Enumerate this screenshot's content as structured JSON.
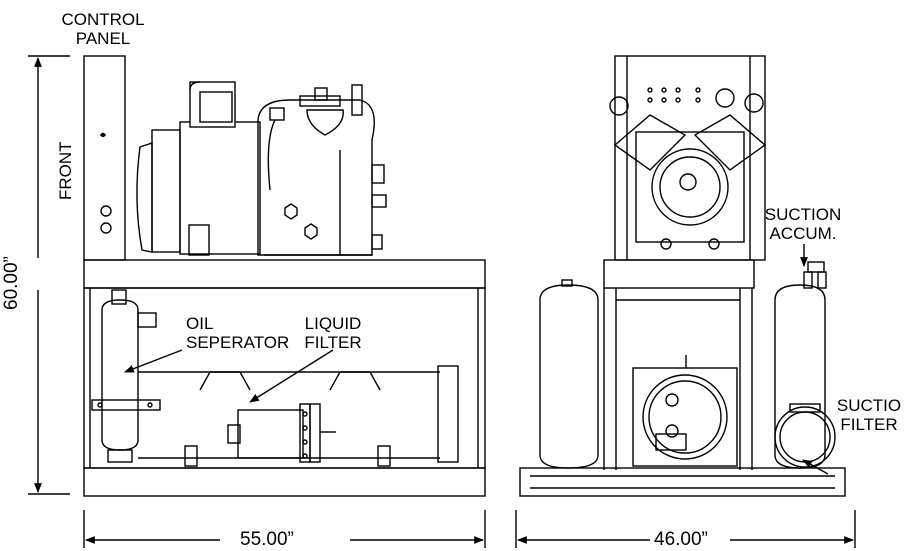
{
  "labels": {
    "control_panel_line1": "CONTROL",
    "control_panel_line2": "PANEL",
    "front": "FRONT",
    "oil_separator_line1": "OIL",
    "oil_separator_line2": "SEPERATOR",
    "liquid_filter_line1": "LIQUID",
    "liquid_filter_line2": "FILTER",
    "suction_accum_line1": "SUCTION",
    "suction_accum_line2": "ACCUM.",
    "suction_filter_line1": "SUCTIO",
    "suction_filter_line2": "FILTER"
  },
  "dimensions": {
    "height": "60.00”",
    "side_width": "55.00”",
    "end_width": "46.00”"
  }
}
